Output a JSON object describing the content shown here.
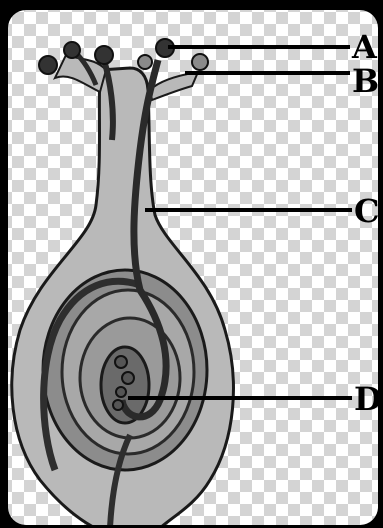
{
  "diagram": {
    "labels": [
      {
        "id": "A",
        "text": "A"
      },
      {
        "id": "B",
        "text": "B"
      },
      {
        "id": "C",
        "text": "C"
      },
      {
        "id": "D",
        "text": "D"
      }
    ],
    "background": "checkerboard",
    "colors": {
      "outer_tissue": "#b9b9b9",
      "inner_tissue": "#8c8c8c",
      "dark_tissue": "#3a3a3a",
      "outline": "#1a1a1a"
    }
  }
}
